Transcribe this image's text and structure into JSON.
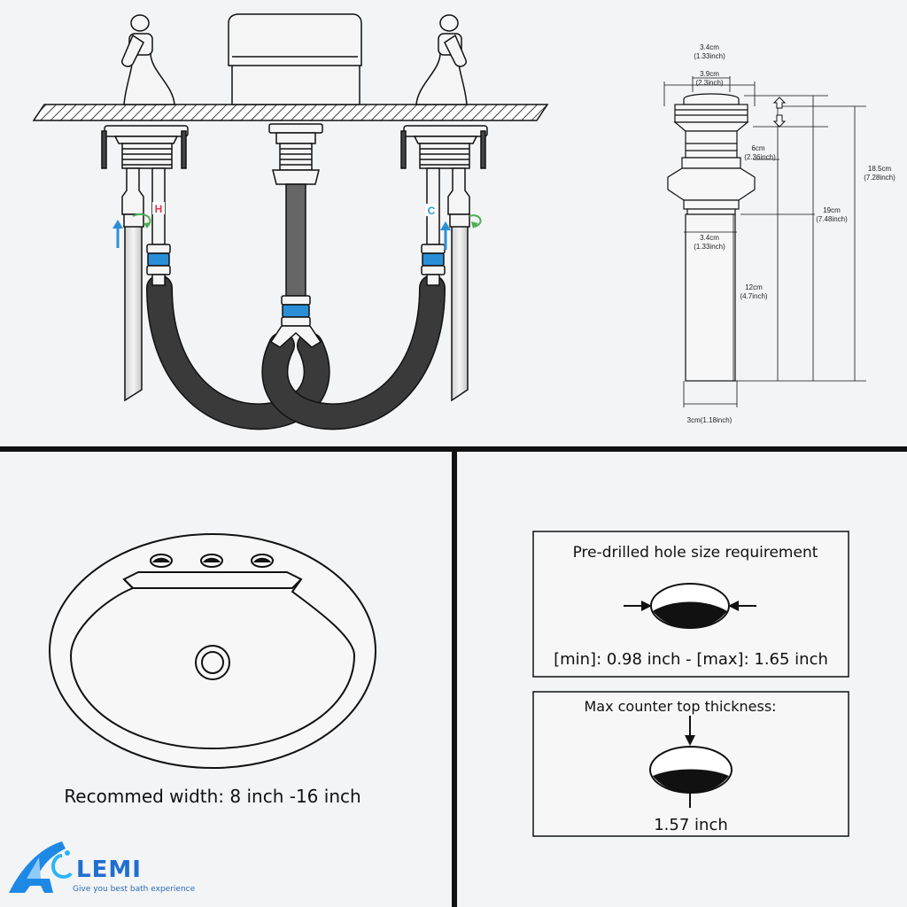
{
  "colors": {
    "background": "#f3f4f6",
    "line": "#111111",
    "hose": "#3a3a3a",
    "connector_blue": "#2b8fd8",
    "hot_red": "#e0344a",
    "cold_blue": "#2b9bd8",
    "arrow_green": "#4caf50",
    "logo_blue": "#1e88e5"
  },
  "faucet": {
    "hot_label": "H",
    "cold_label": "C"
  },
  "drain_dims": {
    "top_width": "3.4cm",
    "top_width_in": "(1.33inch)",
    "cap_width": "3.9cm",
    "cap_width_in": "(2.3inch)",
    "body_height": "6cm",
    "body_height_in": "(2.36inch)",
    "overall_185": "18.5cm",
    "overall_185_in": "(7.28inch)",
    "overall_19": "19cm",
    "overall_19_in": "(7.48inch)",
    "tube_width": "3.4cm",
    "tube_width_in": "(1.33inch)",
    "tube_length": "12cm",
    "tube_length_in": "(4.7inch)",
    "bottom_width": "3cm(1.18inch)"
  },
  "sink": {
    "caption": "Recommed width: 8 inch -16 inch"
  },
  "hole_box": {
    "title": "Pre-drilled hole size requirement",
    "range": "[min]: 0.98 inch - [max]: 1.65 inch"
  },
  "counter_box": {
    "title": "Max counter top thickness:",
    "value": "1.57 inch"
  },
  "logo": {
    "name": "LEMI",
    "tagline": "Give you best bath experience"
  }
}
